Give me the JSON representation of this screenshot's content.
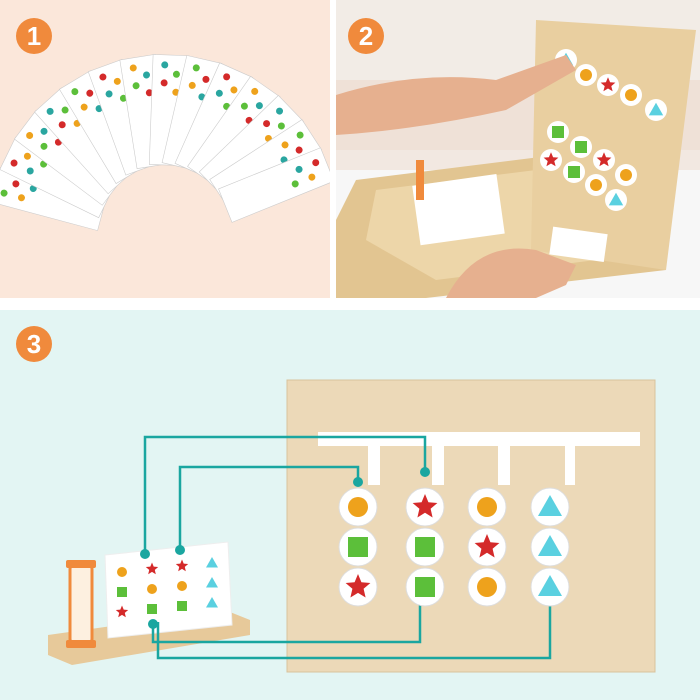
{
  "badges": [
    "1",
    "2",
    "3"
  ],
  "colors": {
    "badge": "#f08a3c",
    "teal": "#1aa6a0",
    "wood": "#ecd9b8",
    "red": "#d42a2a",
    "green": "#5cbf3a",
    "orange": "#eea21c",
    "cyan": "#5ad0e0"
  },
  "board": {
    "columns": [
      [
        "orange-circle",
        "green-square",
        "red-star"
      ],
      [
        "red-star",
        "green-square",
        "green-square"
      ],
      [
        "orange-circle",
        "red-star",
        "orange-circle"
      ],
      [
        "cyan-triangle",
        "cyan-triangle",
        "cyan-triangle"
      ]
    ]
  },
  "card": {
    "columns": [
      [
        "orange-circle",
        "green-square",
        "red-star"
      ],
      [
        "red-star",
        "orange-circle",
        "green-square"
      ],
      [
        "red-star",
        "orange-circle",
        "green-square"
      ],
      [
        "cyan-triangle",
        "cyan-triangle",
        "cyan-triangle"
      ]
    ]
  }
}
